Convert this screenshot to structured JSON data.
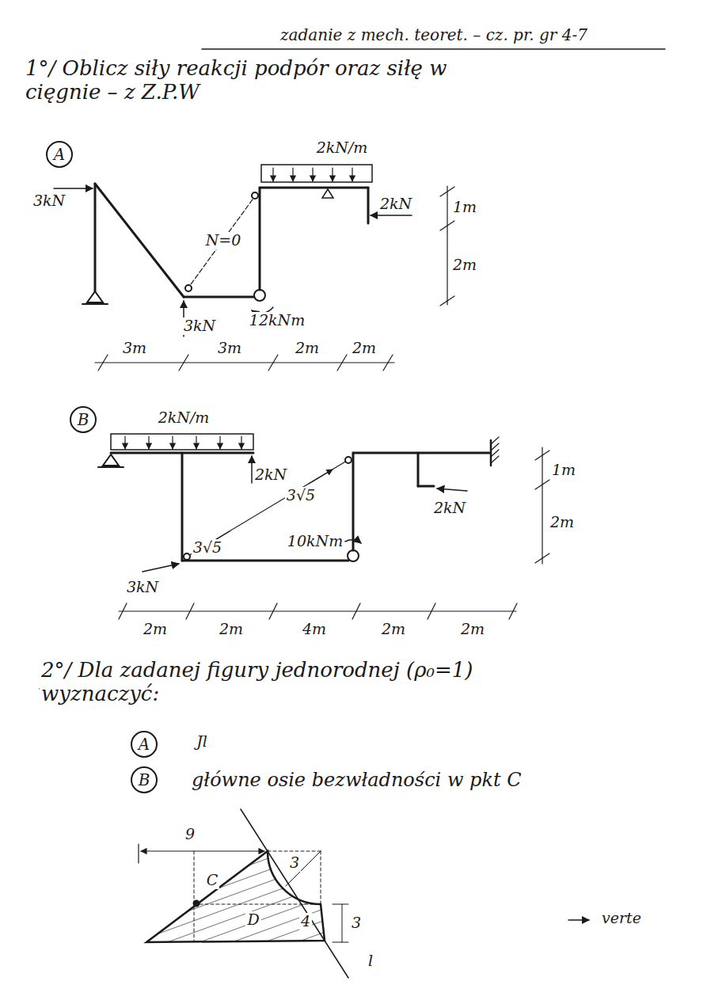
{
  "diagram": {
    "title": "zadanie z mech. teoret. – cz. pr. gr 4-7",
    "nodes": [
      {
        "text": [
          "A"
        ]
      },
      {
        "text": [
          "B"
        ]
      },
      {
        "text": [
          "A"
        ]
      },
      {
        "text": [
          "B"
        ]
      }
    ],
    "labels": [
      "1°/ Oblicz siły reakcji podpór oraz siłę w cięgnie – z Z.P.W",
      "2kN/m",
      "3kN",
      "N=0",
      "2kN",
      "1m",
      "2m",
      "3kN",
      "12kNm",
      "3m",
      "3m",
      "2m",
      "2m",
      "2kN/m",
      "2kN",
      "3√5",
      "3√5",
      "10kNm",
      "2kN",
      "1m",
      "2m",
      "3kN",
      "2m",
      "2m",
      "4m",
      "2m",
      "2m",
      "2°/ Dla zadanej figury jednorodnej (ρ₀=1) wyznaczyć:",
      "Jl",
      "główne osie bezwładności w pkt C",
      "9",
      "C",
      "3",
      "D",
      "4",
      "3",
      "l",
      "verte"
    ]
  }
}
